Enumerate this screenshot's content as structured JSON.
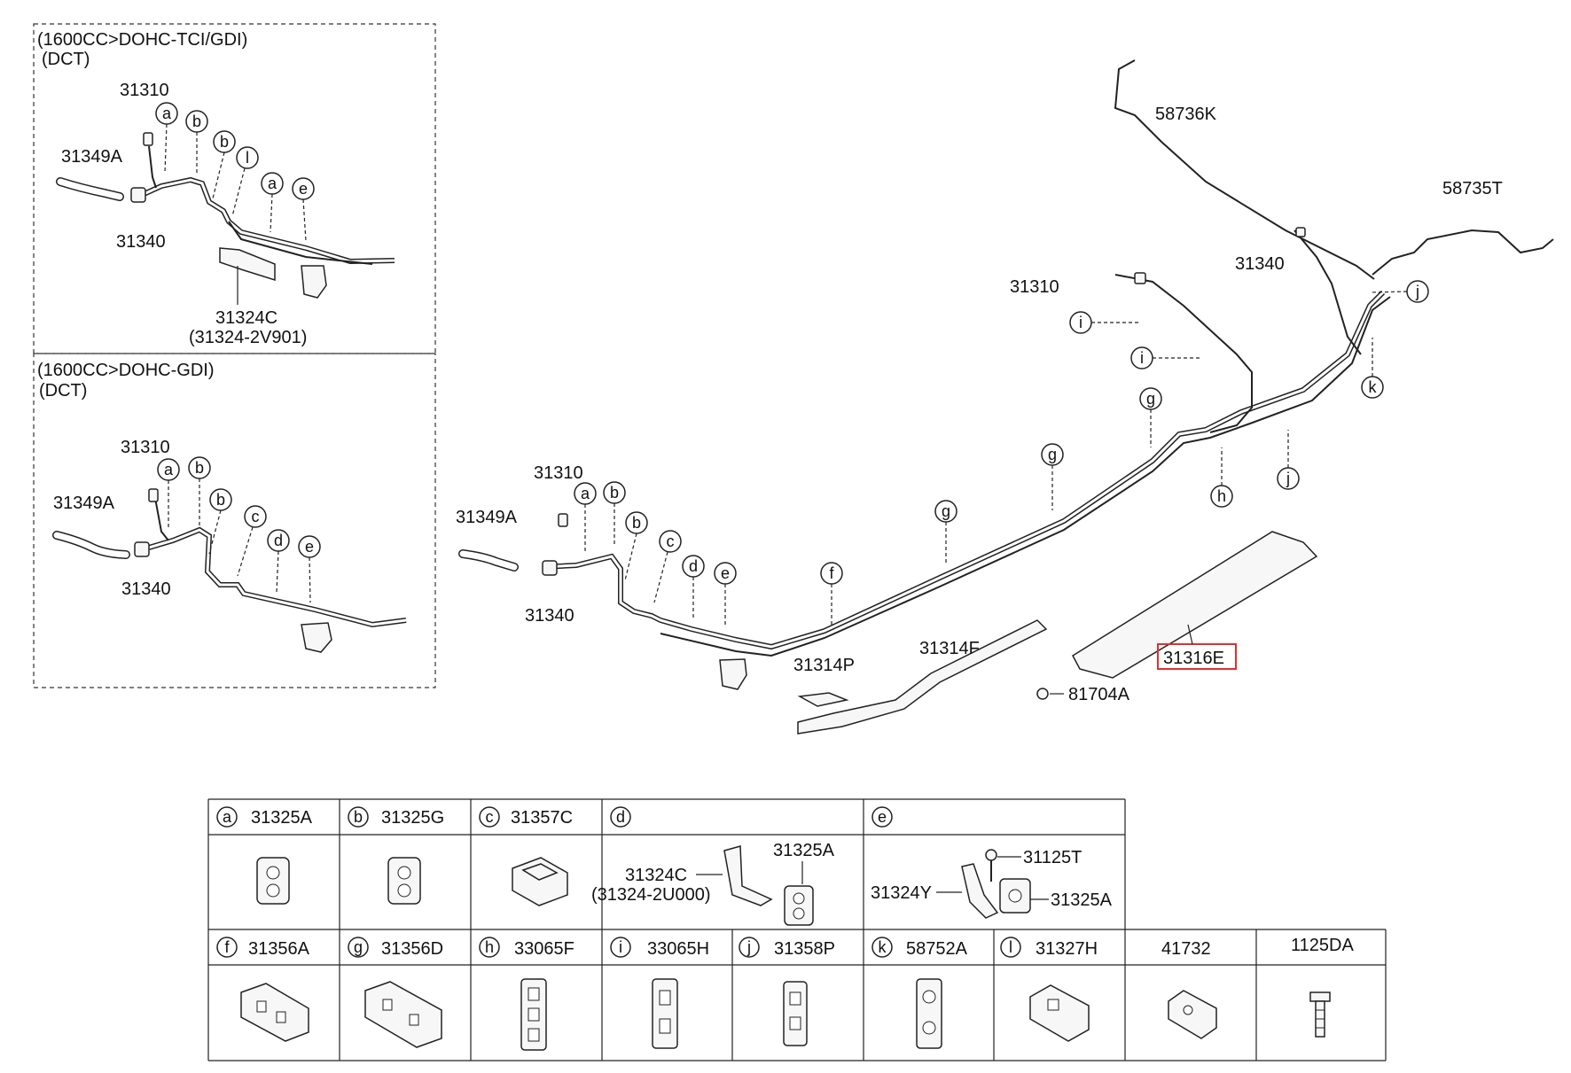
{
  "panels": {
    "top": {
      "title": "(1600CC>DOHC-TCI/GDI)",
      "subtitle": "(DCT)",
      "labels": {
        "p31310": "31310",
        "p31349A": "31349A",
        "p31340": "31340",
        "p31324C": "31324C",
        "p31324C_alt": "(31324-2V901)"
      },
      "callouts": [
        "a",
        "b",
        "b",
        "l",
        "a",
        "e"
      ]
    },
    "bottom": {
      "title": "(1600CC>DOHC-GDI)",
      "subtitle": "(DCT)",
      "labels": {
        "p31310": "31310",
        "p31349A": "31349A",
        "p31340": "31340"
      },
      "callouts": [
        "a",
        "b",
        "b",
        "c",
        "d",
        "e"
      ]
    }
  },
  "main": {
    "labels": {
      "p58736K": "58736K",
      "p58735T": "58735T",
      "p31340_top": "31340",
      "p31310_right": "31310",
      "p31310_left": "31310",
      "p31349A": "31349A",
      "p31340_left": "31340",
      "p31314F": "31314F",
      "p31314P": "31314P",
      "p81704A": "81704A",
      "p31316E": "31316E"
    },
    "callouts": {
      "j1": "j",
      "k": "k",
      "i1": "i",
      "i2": "i",
      "g1": "g",
      "g2": "g",
      "g3": "g",
      "h": "h",
      "j2": "j",
      "f": "f",
      "a": "a",
      "b1": "b",
      "b2": "b",
      "c": "c",
      "d": "d",
      "e": "e"
    }
  },
  "legend": {
    "row1": [
      {
        "letter": "a",
        "part": "31325A"
      },
      {
        "letter": "b",
        "part": "31325G"
      },
      {
        "letter": "c",
        "part": "31357C"
      },
      {
        "letter": "d",
        "part": "",
        "sub": {
          "bracket": "31324C",
          "bracket_alt": "(31324-2U000)",
          "clip": "31325A"
        }
      },
      {
        "letter": "e",
        "part": "",
        "sub": {
          "bolt": "31125T",
          "bracket": "31324Y",
          "clip": "31325A"
        }
      }
    ],
    "row2": [
      {
        "letter": "f",
        "part": "31356A"
      },
      {
        "letter": "g",
        "part": "31356D"
      },
      {
        "letter": "h",
        "part": "33065F"
      },
      {
        "letter": "i",
        "part": "33065H"
      },
      {
        "letter": "j",
        "part": "31358P"
      },
      {
        "letter": "k",
        "part": "58752A"
      },
      {
        "letter": "l",
        "part": "31327H"
      },
      {
        "letter": "",
        "part": "41732"
      },
      {
        "letter": "",
        "part": "1125DA"
      }
    ]
  },
  "highlight_color": "#e03030"
}
